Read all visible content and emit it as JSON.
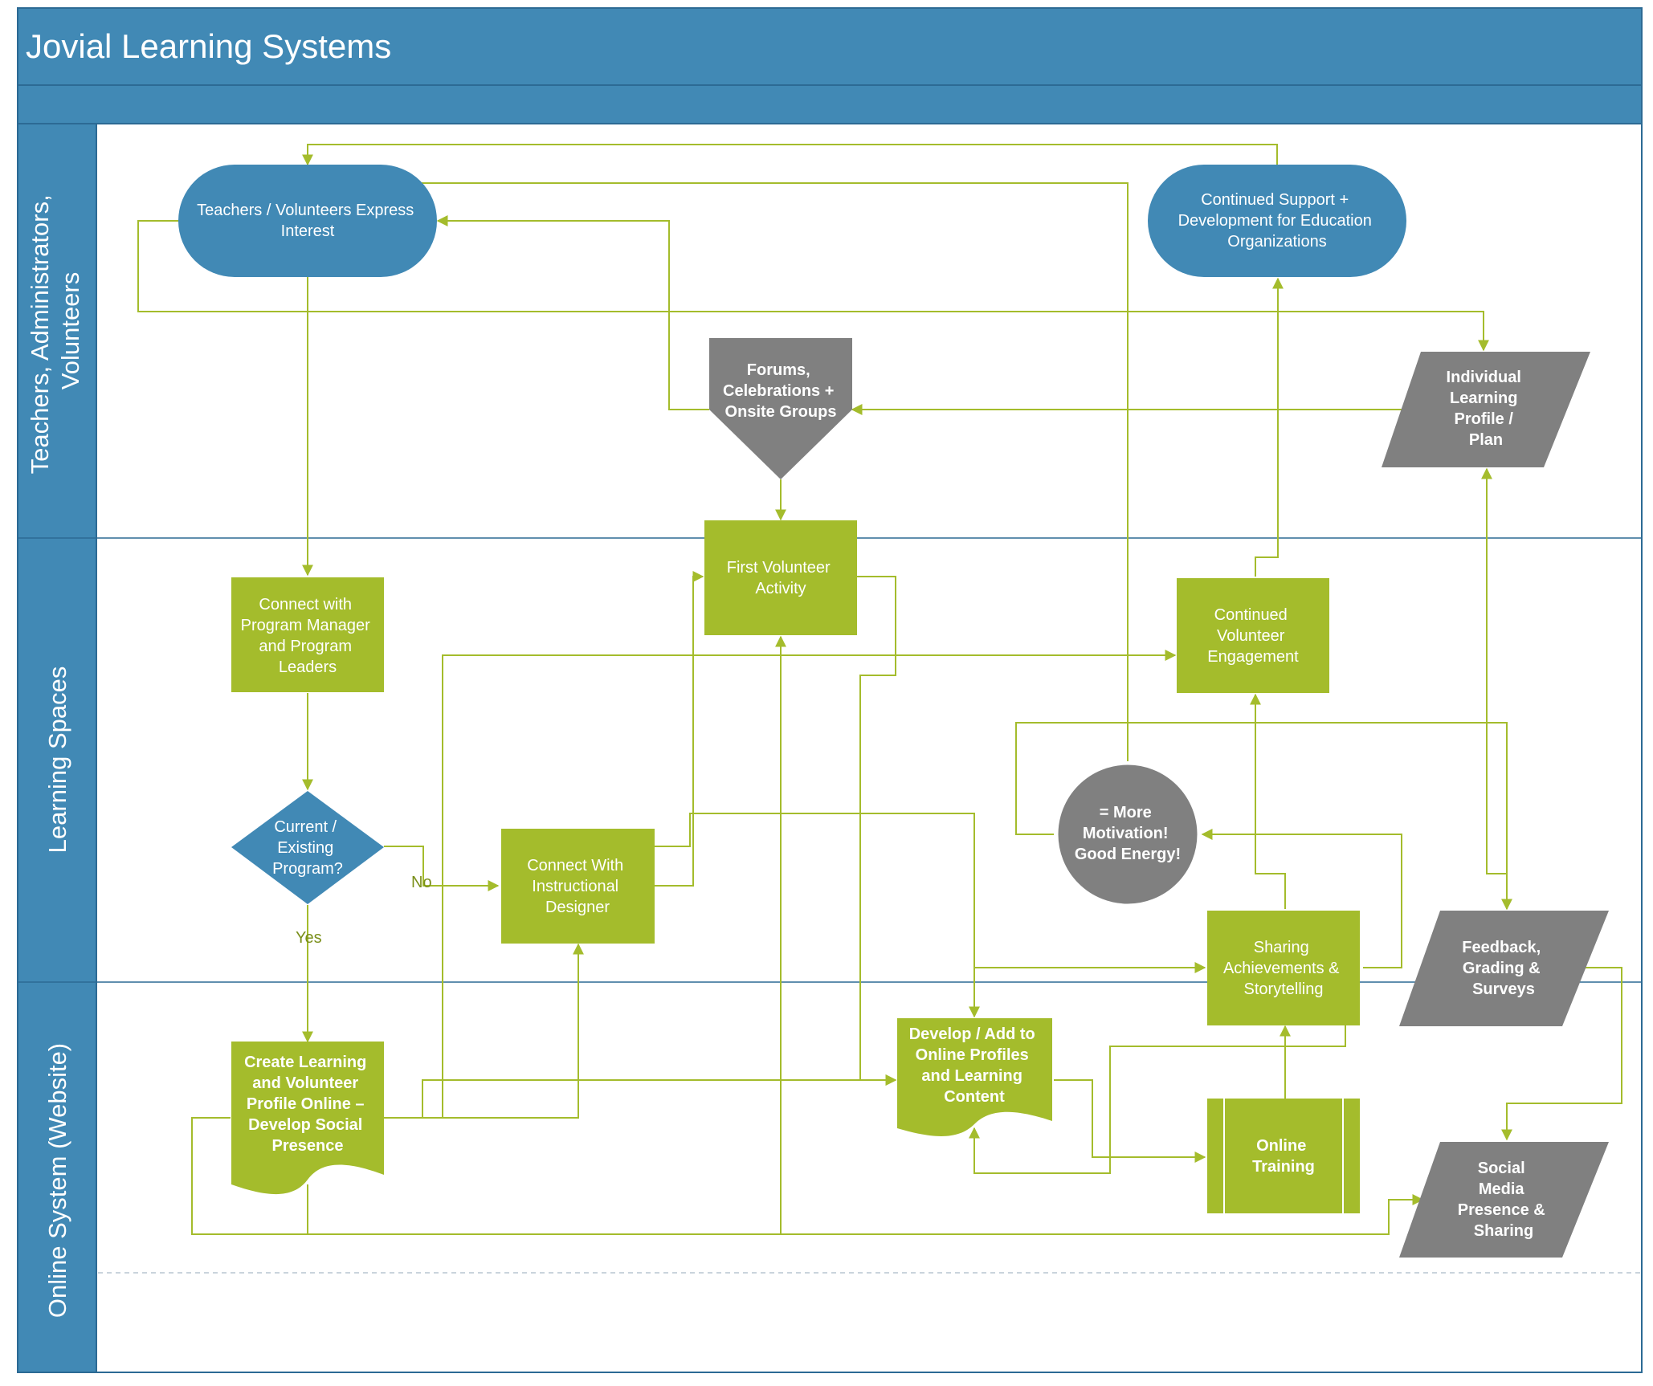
{
  "title": "Jovial Learning Systems",
  "colors": {
    "header_blue": "#4189b5",
    "lane_border": "#2c6a94",
    "process_green": "#a4bc2c",
    "decision_blue": "#4189b5",
    "data_gray": "#808080",
    "connector_green": "#a4bc2c"
  },
  "lanes": [
    {
      "id": "teachers",
      "label_lines": [
        "Teachers, Administrators,",
        "Volunteers"
      ]
    },
    {
      "id": "spaces",
      "label_lines": [
        "Learning Spaces"
      ]
    },
    {
      "id": "online",
      "label_lines": [
        "Online System (Website)"
      ]
    }
  ],
  "nodes": [
    {
      "id": "interest",
      "shape": "terminator",
      "lines": [
        "Teachers / Volunteers Express",
        "Interest"
      ]
    },
    {
      "id": "support",
      "shape": "terminator",
      "lines": [
        "Continued Support +",
        "Development for Education",
        "Organizations"
      ]
    },
    {
      "id": "forums",
      "shape": "offpage",
      "lines": [
        "Forums,",
        "Celebrations +",
        "Onsite Groups"
      ]
    },
    {
      "id": "profile_plan",
      "shape": "data",
      "lines": [
        "Individual",
        "Learning",
        "Profile /",
        "Plan"
      ]
    },
    {
      "id": "connect_pm",
      "shape": "process",
      "lines": [
        "Connect with",
        "Program Manager",
        "and Program",
        "Leaders"
      ]
    },
    {
      "id": "first_activity",
      "shape": "process",
      "lines": [
        "First Volunteer",
        "Activity"
      ]
    },
    {
      "id": "continued_engagement",
      "shape": "process",
      "lines": [
        "Continued",
        "Volunteer",
        "Engagement"
      ]
    },
    {
      "id": "current_program",
      "shape": "decision",
      "lines": [
        "Current /",
        "Existing",
        "Program?"
      ]
    },
    {
      "id": "connect_id",
      "shape": "process",
      "lines": [
        "Connect With",
        "Instructional",
        "Designer"
      ]
    },
    {
      "id": "motivation",
      "shape": "circle",
      "lines": [
        "= More",
        "Motivation!",
        "Good Energy!"
      ]
    },
    {
      "id": "sharing",
      "shape": "process",
      "lines": [
        "Sharing",
        "Achievements &",
        "Storytelling"
      ]
    },
    {
      "id": "feedback",
      "shape": "data",
      "lines": [
        "Feedback,",
        "Grading &",
        "Surveys"
      ]
    },
    {
      "id": "create_profile",
      "shape": "document",
      "lines": [
        "Create Learning",
        "and Volunteer",
        "Profile Online –",
        "Develop Social",
        "Presence"
      ]
    },
    {
      "id": "develop_profiles",
      "shape": "document",
      "lines": [
        "Develop / Add to",
        "Online Profiles",
        "and Learning",
        "Content"
      ]
    },
    {
      "id": "online_training",
      "shape": "predefined",
      "lines": [
        "Online",
        "Training"
      ]
    },
    {
      "id": "social_media",
      "shape": "data",
      "lines": [
        "Social",
        "Media",
        "Presence &",
        "Sharing"
      ]
    }
  ],
  "edge_labels": {
    "no": "No",
    "yes": "Yes"
  }
}
